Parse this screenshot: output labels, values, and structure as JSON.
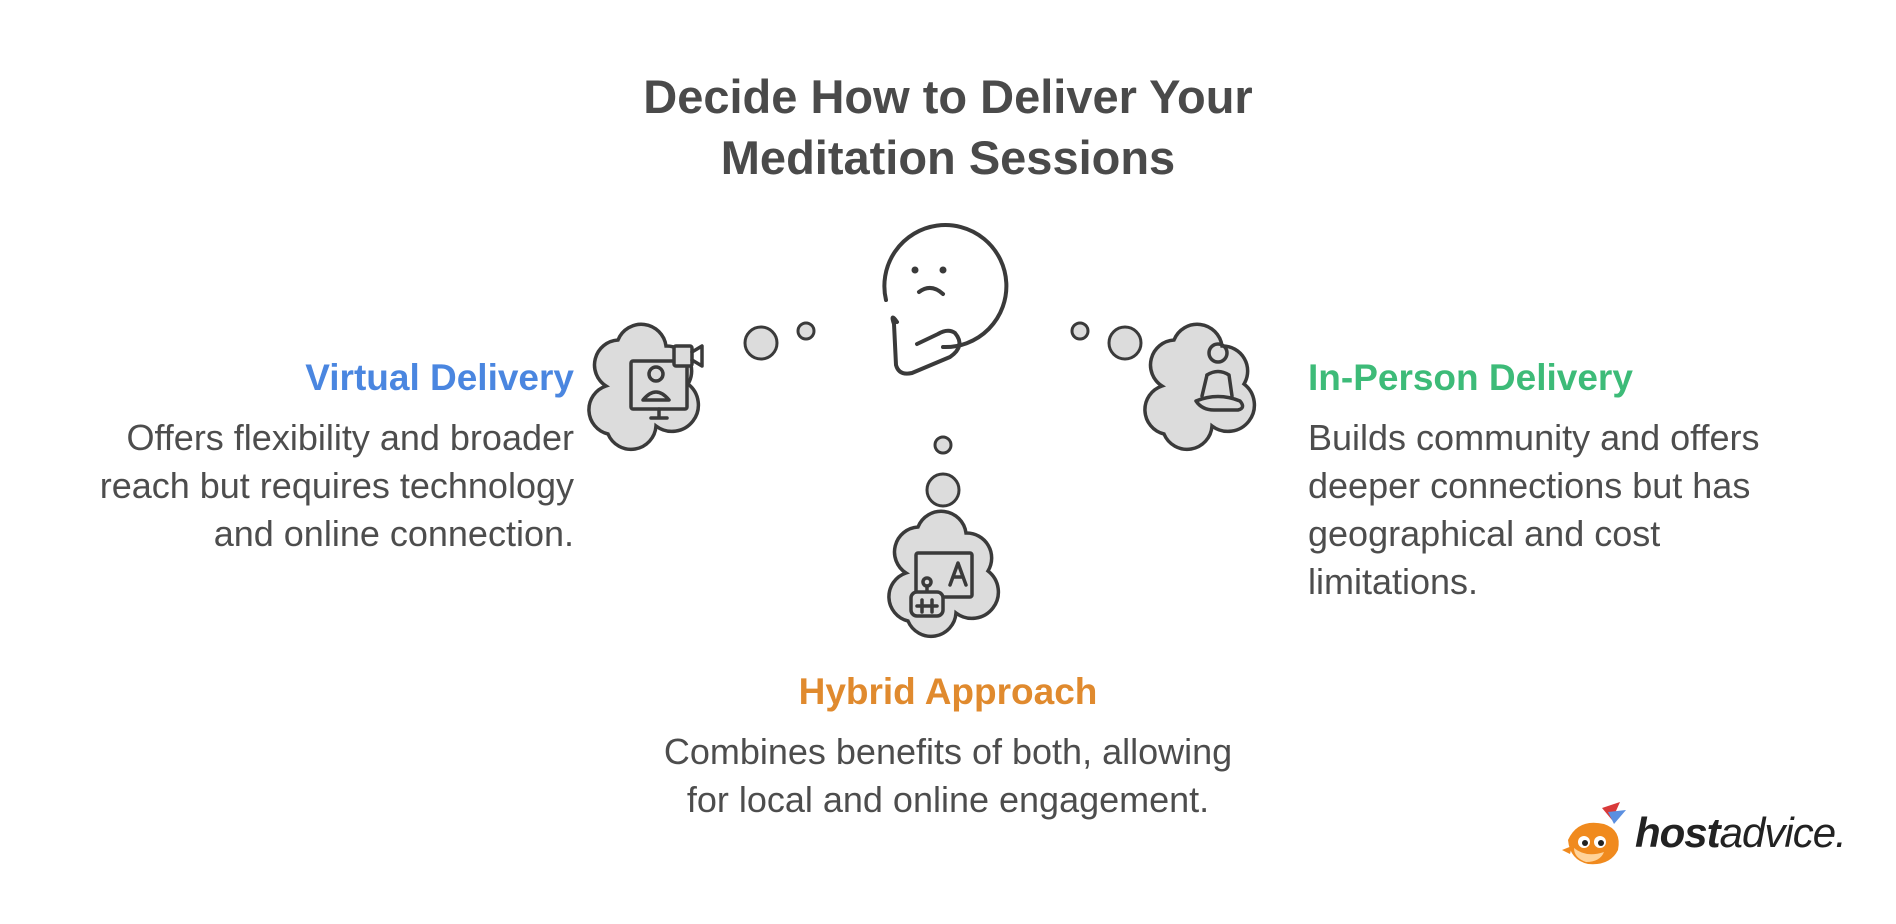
{
  "title": "Decide How to Deliver Your Meditation Sessions",
  "options": {
    "virtual": {
      "title": "Virtual Delivery",
      "description": "Offers flexibility and broader reach but requires technology and online connection.",
      "color": "#4a86e0",
      "icon": "video-call-monitor-icon"
    },
    "inperson": {
      "title": "In-Person Delivery",
      "description": "Builds community and offers deeper connections but has geographical and cost limitations.",
      "color": "#3dbb78",
      "icon": "meditating-person-icon"
    },
    "hybrid": {
      "title": "Hybrid Approach",
      "description": "Combines benefits of both, allowing for local and online engagement.",
      "color": "#e08a2e",
      "icon": "presenter-board-icon"
    }
  },
  "center_icon": "thinking-face-icon",
  "logo": {
    "bold": "host",
    "light": "advice."
  },
  "colors": {
    "cloud_fill": "#dcdcdc",
    "stroke": "#3a3a3a",
    "text": "#4a4a4a"
  }
}
